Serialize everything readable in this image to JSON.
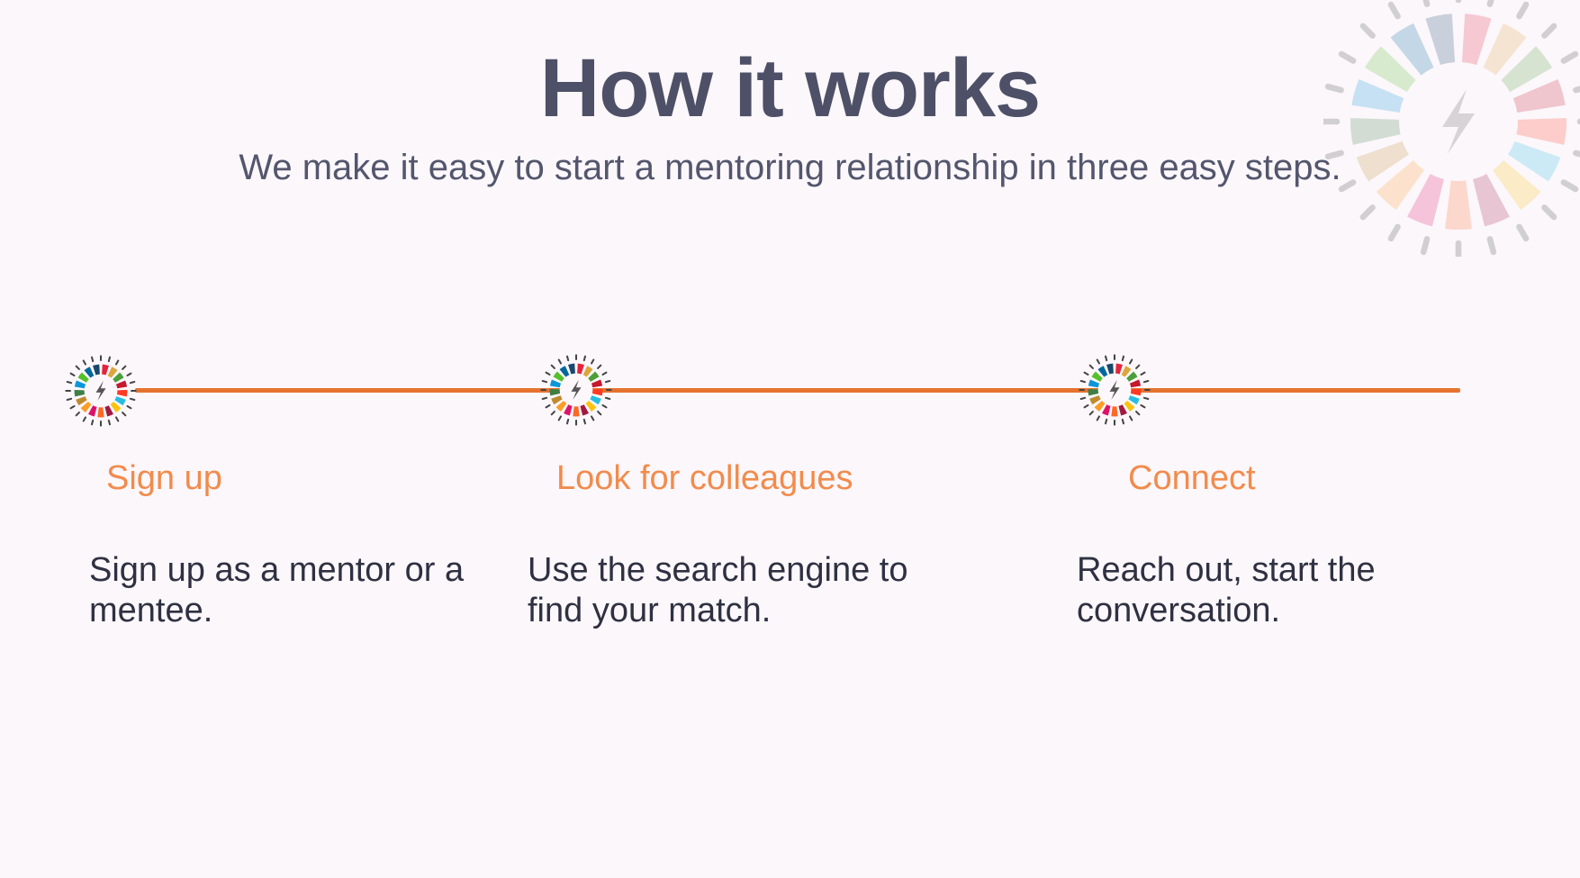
{
  "hero": {
    "title": "How it works",
    "subtitle": "We make it easy to start a mentoring relationship in three easy steps."
  },
  "steps": [
    {
      "title": "Sign up",
      "description": "Sign up as a mentor or a mentee.",
      "icon": "sdg-wheel-icon"
    },
    {
      "title": "Look for colleagues",
      "description": "Use the search engine to find your match.",
      "icon": "sdg-wheel-icon"
    },
    {
      "title": "Connect",
      "description": "Reach out, start the conversation.",
      "icon": "sdg-wheel-icon"
    }
  ],
  "colors": {
    "timeline": "#e5732f",
    "step_title": "#f28b4c",
    "heading": "#4d5066",
    "background": "#fbf7fb",
    "sdg_palette": [
      "#e5243b",
      "#dda63a",
      "#4c9f38",
      "#c5192d",
      "#ff3a21",
      "#26bde2",
      "#fcc30b",
      "#a21942",
      "#fd6925",
      "#dd1367",
      "#fd9d24",
      "#bf8b2e",
      "#3f7e44",
      "#0a97d9",
      "#56c02b",
      "#00689d",
      "#19486a"
    ]
  }
}
